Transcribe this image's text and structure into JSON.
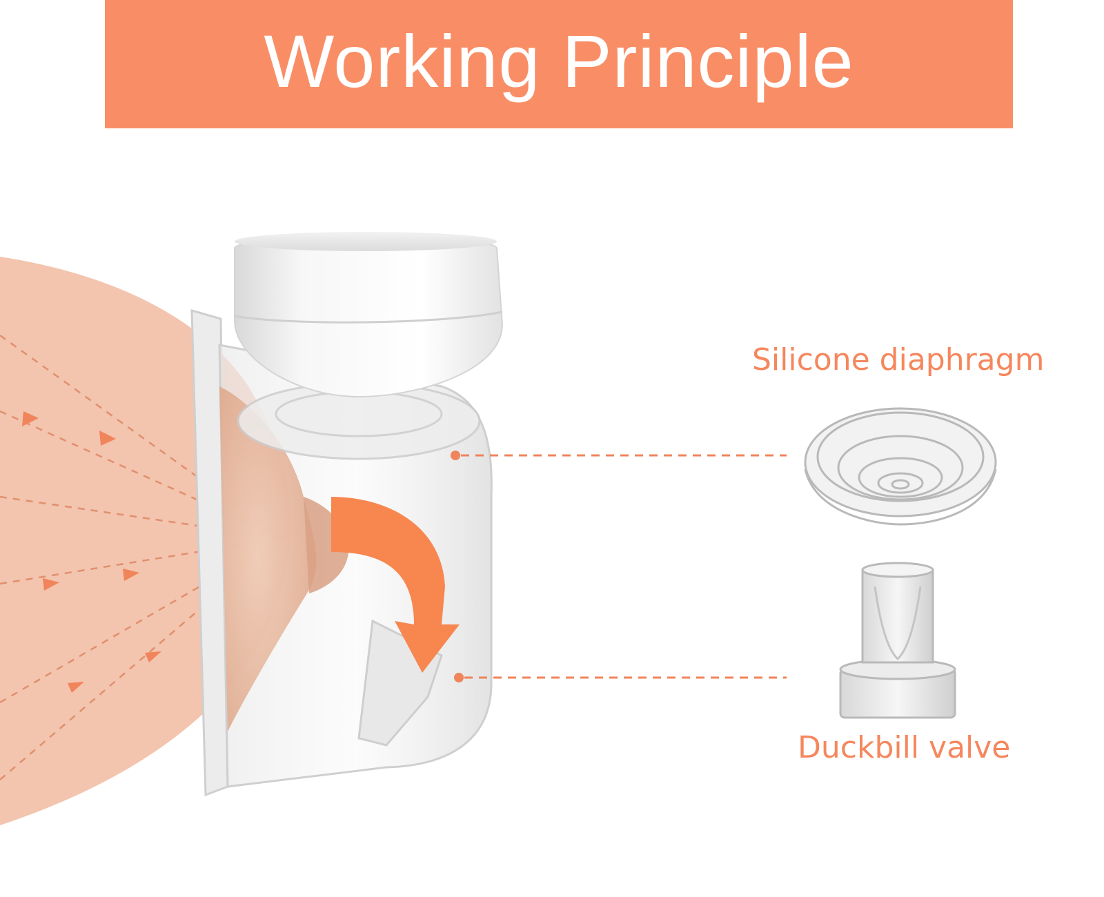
{
  "title": "Working Principle",
  "labels": {
    "silicone_diaphragm": "Silicone diaphragm",
    "duckbill_valve": "Duckbill valve"
  },
  "colors": {
    "accent": "#f98e66",
    "label_text": "#f5875d",
    "breast_fill": "#f3c4ae",
    "title_text": "#ffffff"
  },
  "icons": {
    "pump": "breast-pump-illustration",
    "diaphragm": "silicone-diaphragm-illustration",
    "valve": "duckbill-valve-illustration",
    "flow": "milk-flow-arrow"
  }
}
